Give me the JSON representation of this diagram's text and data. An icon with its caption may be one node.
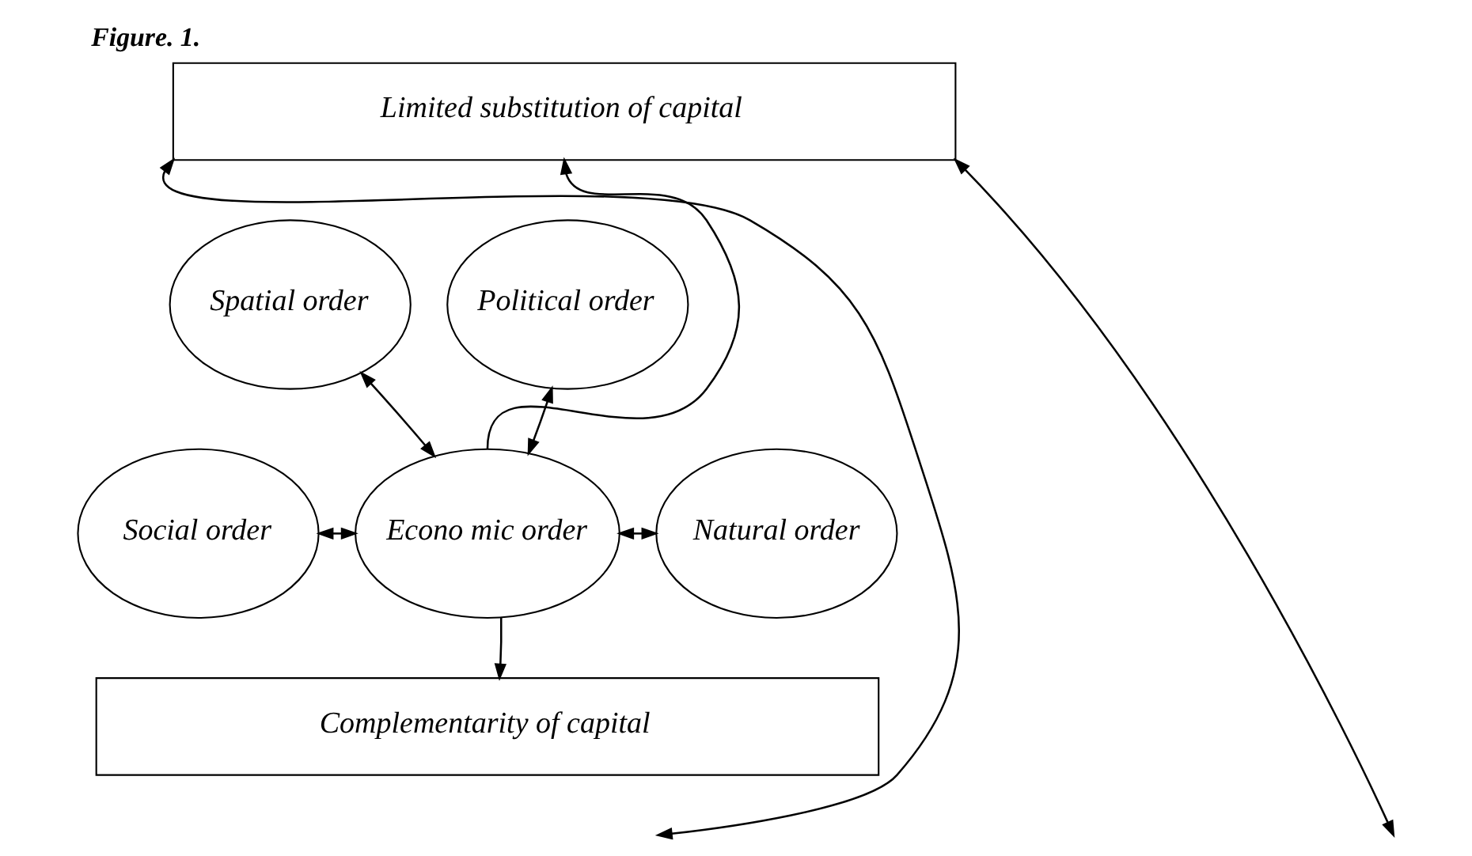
{
  "diagram": {
    "title": "Figure. 1.",
    "nodes": [
      {
        "text": [
          "Limited substitution of capital"
        ]
      },
      {
        "text": [
          "Spatial order"
        ]
      },
      {
        "text": [
          "Political order"
        ]
      },
      {
        "text": [
          "Social order"
        ]
      },
      {
        "text": [
          "Econo mic order"
        ]
      },
      {
        "text": [
          "Natural order"
        ]
      },
      {
        "text": [
          "Complementarity of capital"
        ]
      }
    ],
    "edges": [
      {
        "from": null,
        "to": 0,
        "arrow": "both"
      },
      {
        "from": null,
        "to": 0,
        "arrow": "both"
      },
      {
        "from": 4,
        "to": 0,
        "arrow": "to"
      },
      {
        "from": 4,
        "to": 6,
        "arrow": "to"
      },
      {
        "from": 1,
        "to": 4,
        "arrow": "both"
      },
      {
        "from": 2,
        "to": 4,
        "arrow": "both"
      },
      {
        "from": 3,
        "to": 4,
        "arrow": "both"
      },
      {
        "from": 5,
        "to": 4,
        "arrow": "both"
      }
    ]
  }
}
